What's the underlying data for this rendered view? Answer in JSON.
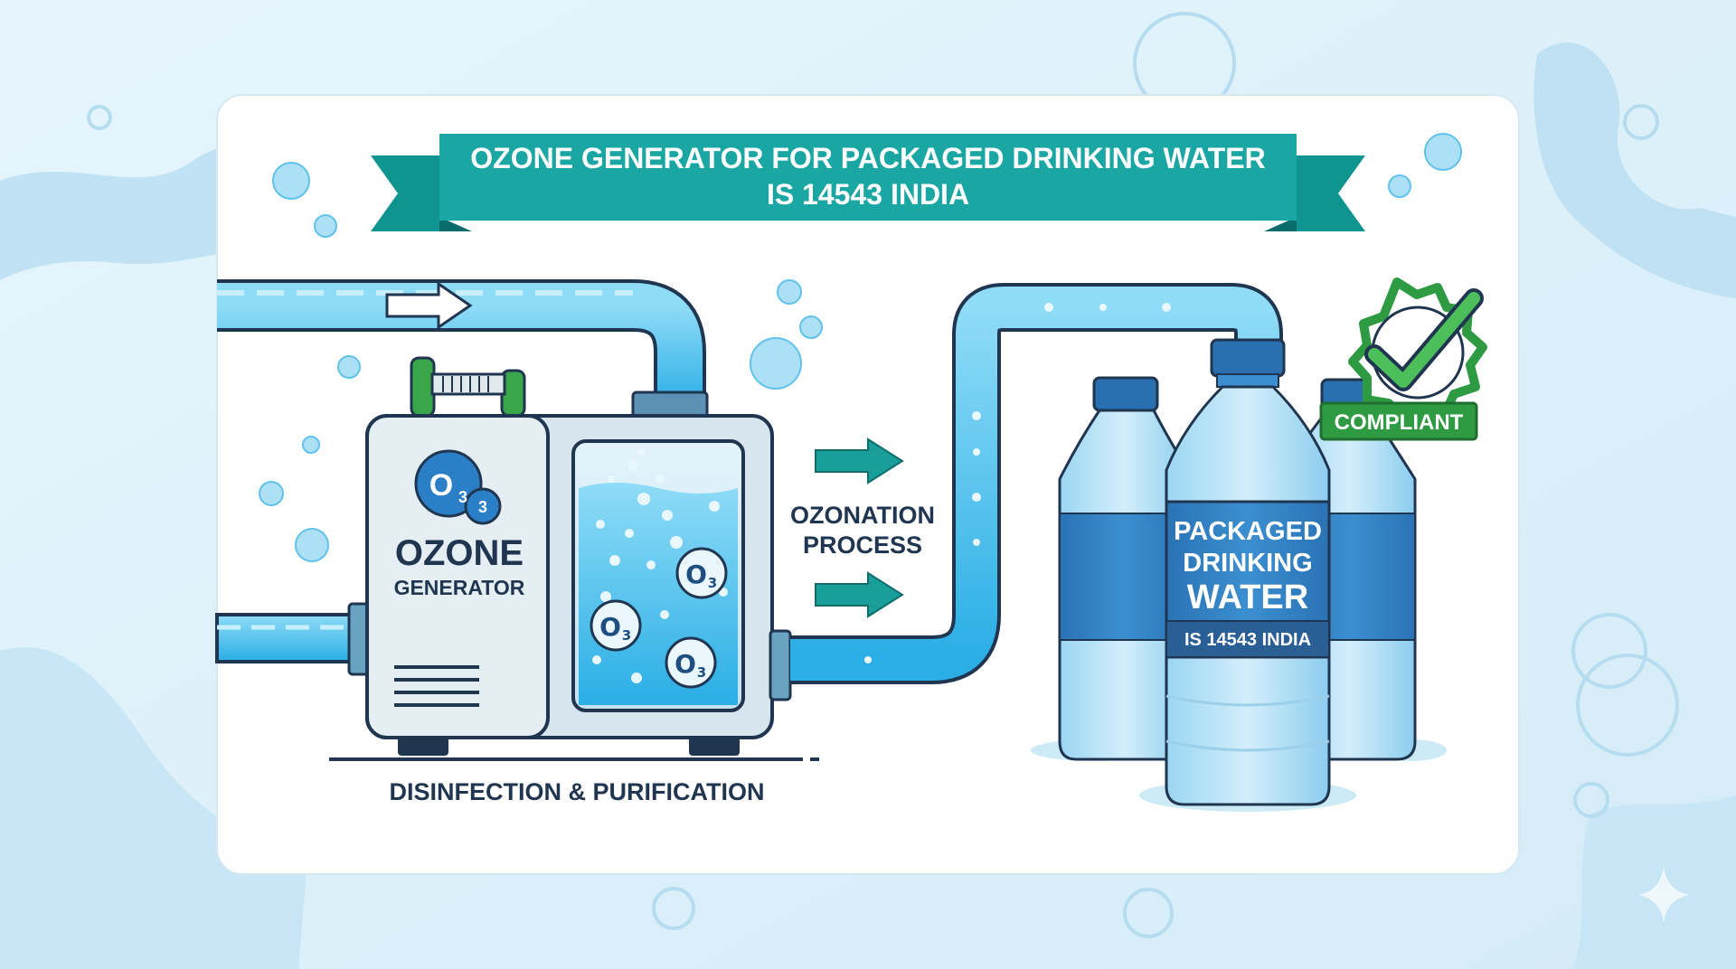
{
  "banner": {
    "line1": "OZONE GENERATOR FOR PACKAGED DRINKING WATER",
    "line2": "IS 14543 INDIA"
  },
  "generator": {
    "symbol": "O",
    "symbol_sub": "3",
    "symbol_sub2": "3",
    "name_line1": "OZONE",
    "name_line2": "GENERATOR",
    "bubble_labels": [
      {
        "main": "O",
        "sub": "3"
      },
      {
        "main": "O",
        "sub": "3"
      },
      {
        "main": "O",
        "sub": "3"
      }
    ]
  },
  "process": {
    "line1": "OZONATION",
    "line2": "PROCESS"
  },
  "caption": "DISINFECTION & PURIFICATION",
  "bottle": {
    "label_line1": "PACKAGED",
    "label_line2": "DRINKING",
    "label_line3": "WATER",
    "label_std": "IS 14543 INDIA"
  },
  "badge": {
    "text": "COMPLIANT",
    "icon": "checkmark-icon"
  },
  "colors": {
    "teal_banner": "#1aa6a3",
    "teal_dark": "#0f7f7e",
    "water_blue": "#3fb6e8",
    "navy": "#1f3550",
    "label_blue": "#2f7fc0",
    "green": "#33a84a"
  }
}
